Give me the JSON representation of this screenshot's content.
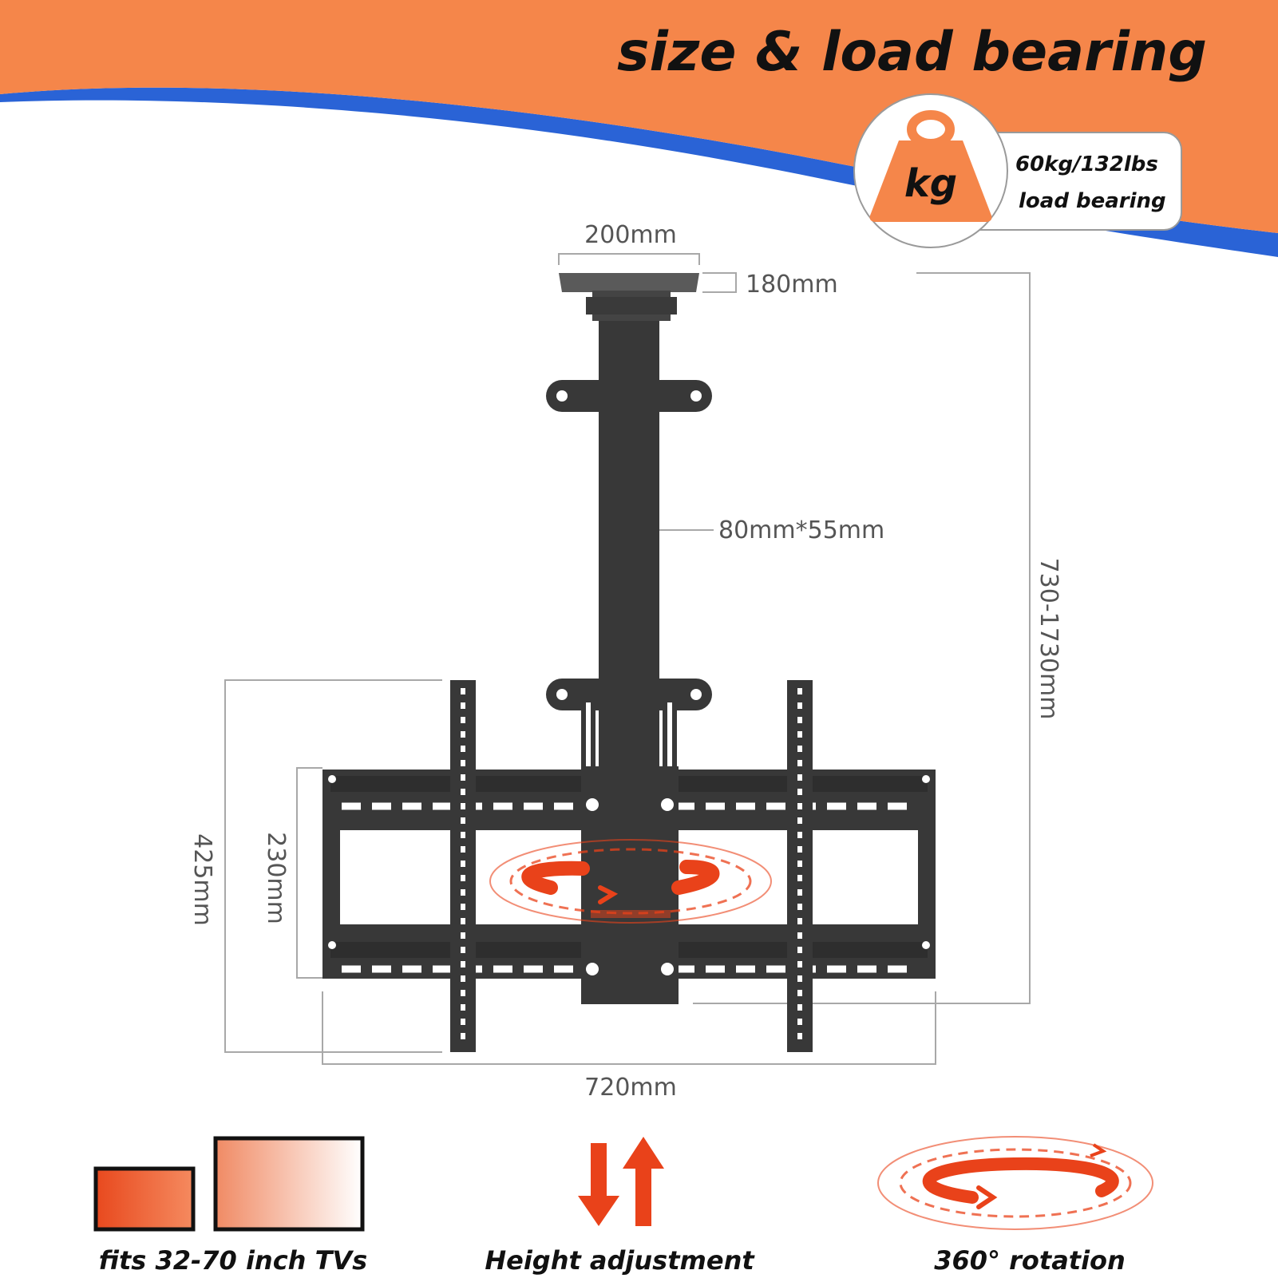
{
  "header": {
    "title": "size & load bearing"
  },
  "load_badge": {
    "icon_text": "kg",
    "capacity": "60kg/132lbs",
    "caption": "load bearing"
  },
  "dimensions": {
    "plate_width": "200mm",
    "plate_depth": "180mm",
    "pole_section": "80mm*55mm",
    "height_range": "730-1730mm",
    "bracket_height": "425mm",
    "frame_height": "230mm",
    "frame_width": "720mm"
  },
  "features": [
    {
      "label": "fits 32-70 inch TVs",
      "icon": "tv-size-icon"
    },
    {
      "label": "Height adjustment",
      "icon": "height-arrows-icon"
    },
    {
      "label": "360° rotation",
      "icon": "rotation-icon"
    }
  ],
  "colors": {
    "accent_orange": "#F5864A",
    "accent_blue": "#2A63D6",
    "arrow_red": "#E9421A",
    "metal": "#383838"
  }
}
